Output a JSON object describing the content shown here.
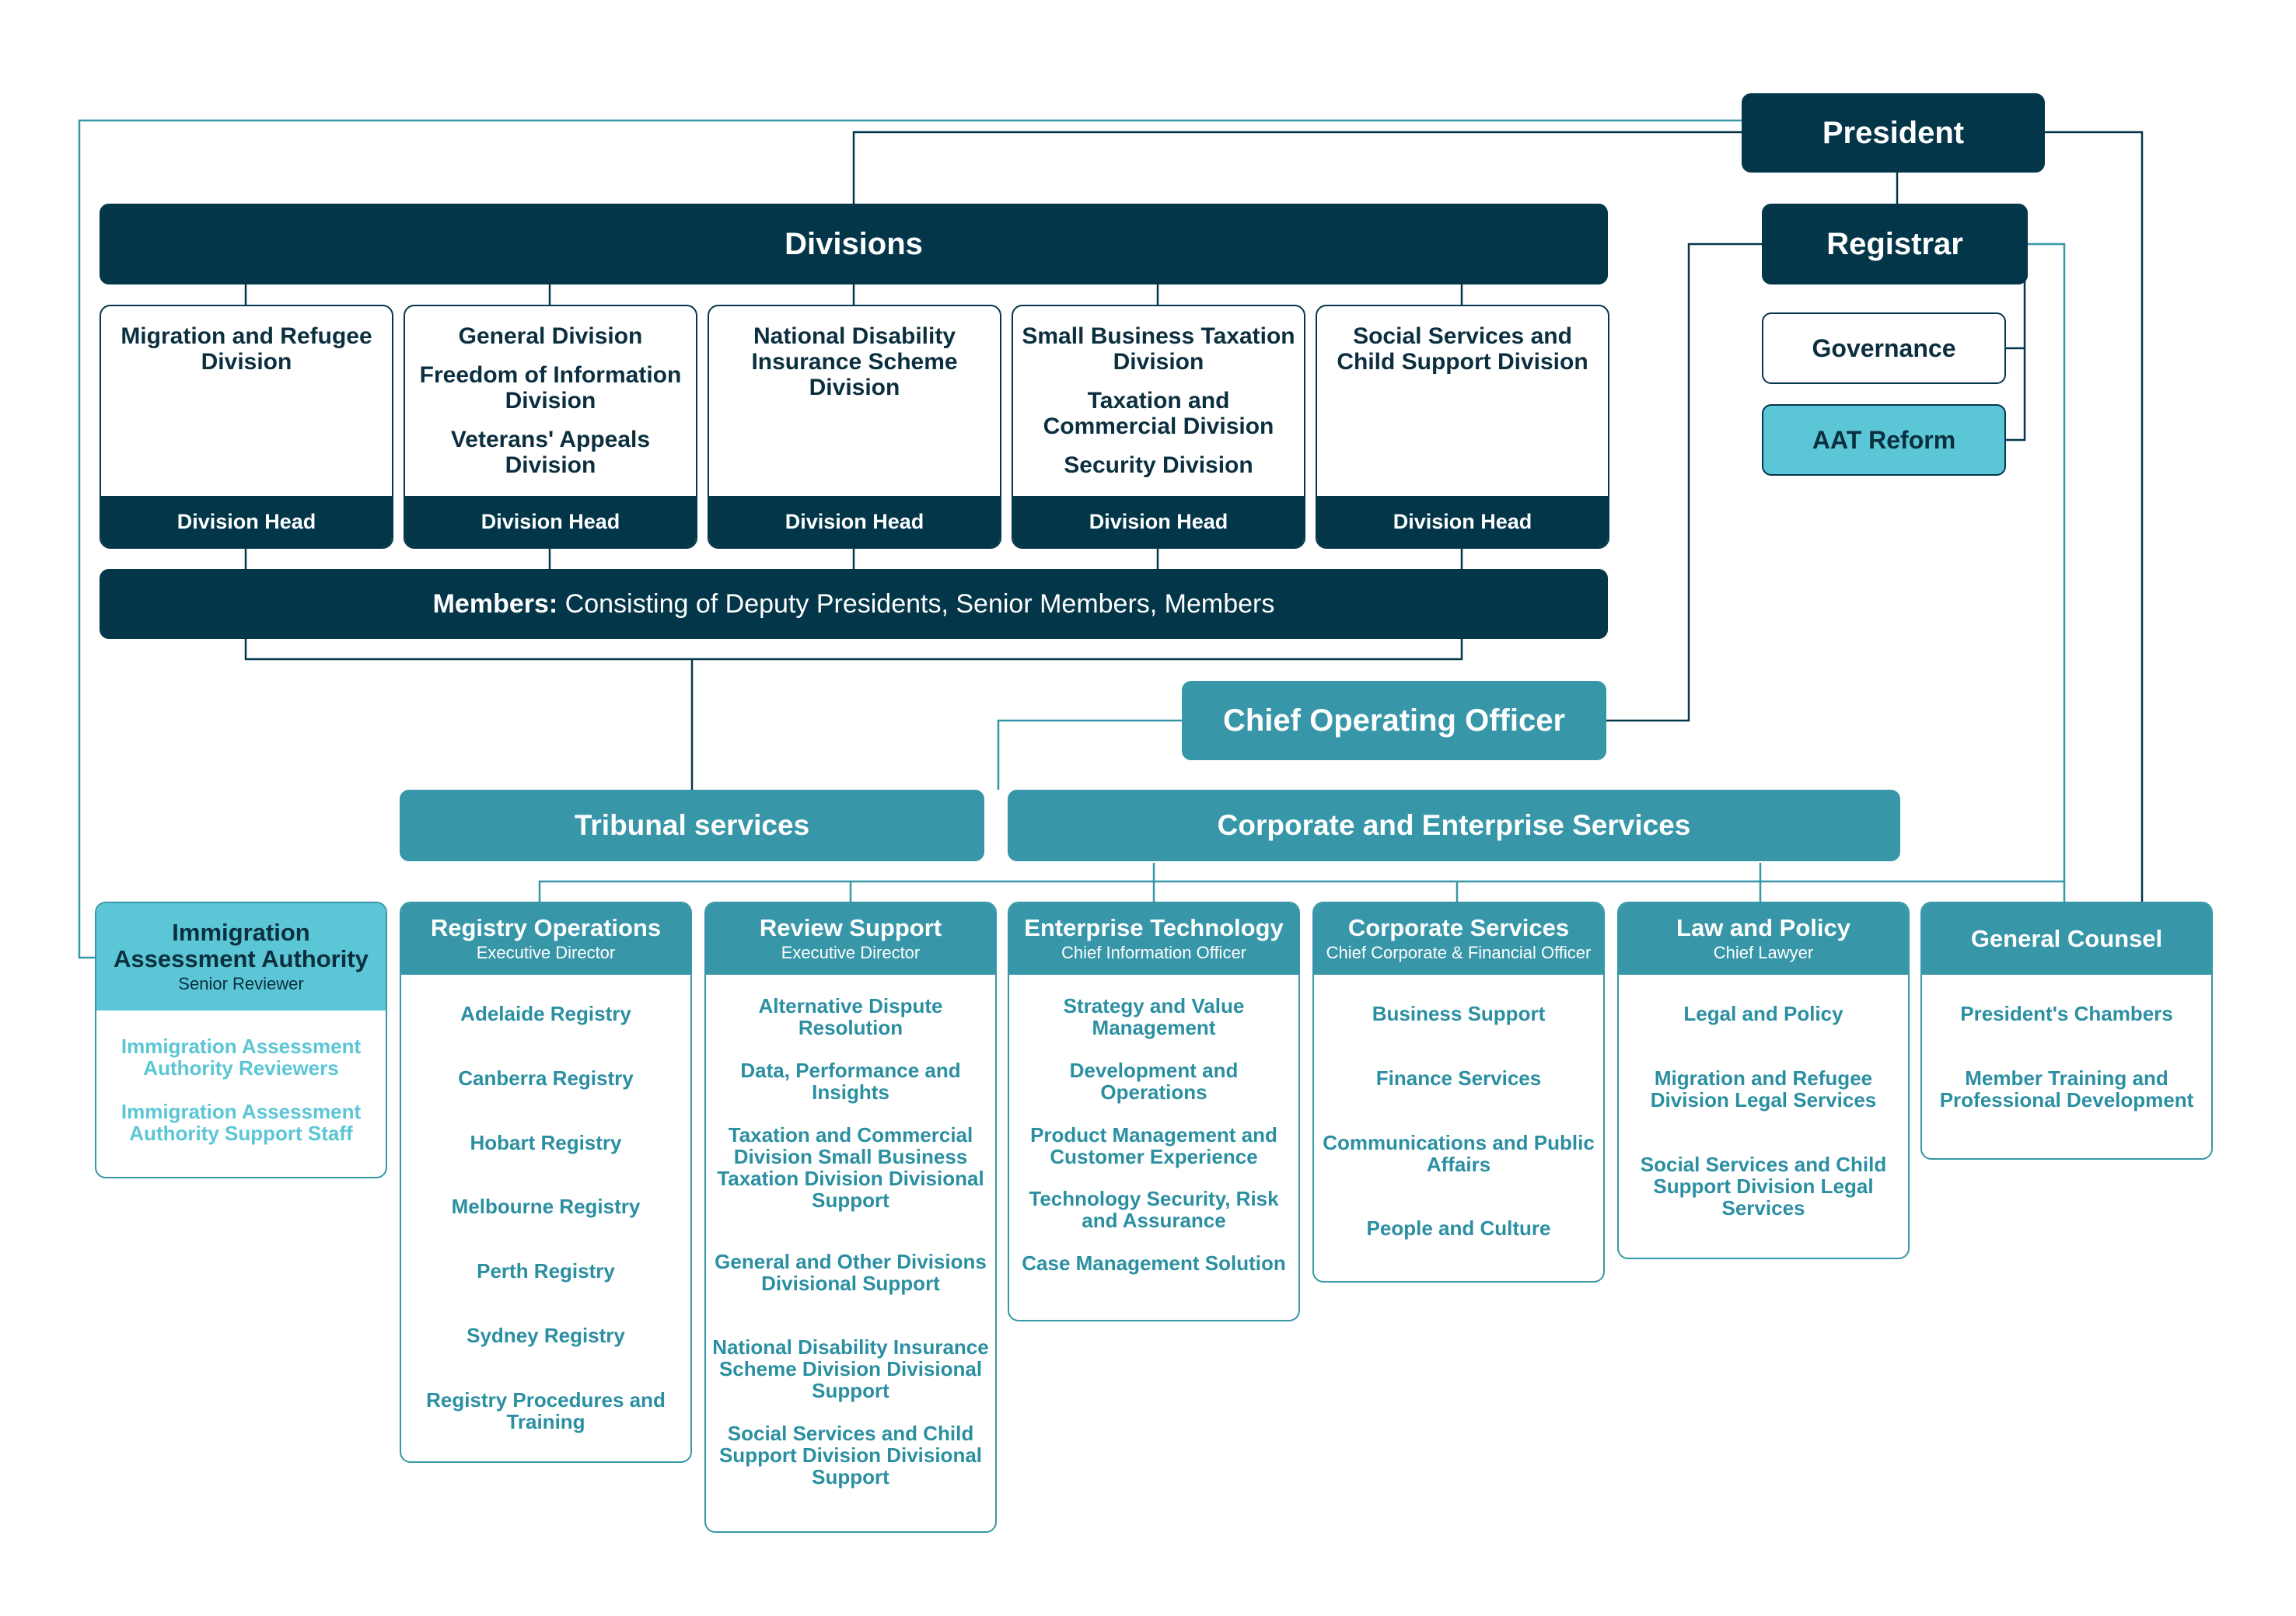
{
  "colors": {
    "dark": "#04364a",
    "teal": "#3796a8",
    "light_teal": "#5ac6d6",
    "item_text": "#2b8fa2"
  },
  "president": "President",
  "registrar": "Registrar",
  "governance": "Governance",
  "aat_reform": "AAT Reform",
  "divisions": {
    "title": "Divisions",
    "cards": [
      {
        "names": [
          "Migration and Refugee Division"
        ],
        "head": "Division Head"
      },
      {
        "names": [
          "General Division",
          "Freedom of Information Division",
          "Veterans' Appeals Division"
        ],
        "head": "Division Head"
      },
      {
        "names": [
          "National Disability Insurance Scheme Division"
        ],
        "head": "Division Head"
      },
      {
        "names": [
          "Small Business Taxation Division",
          "Taxation and Commercial Division",
          "Security Division"
        ],
        "head": "Division Head"
      },
      {
        "names": [
          "Social Services and Child Support Division"
        ],
        "head": "Division Head"
      }
    ]
  },
  "members": {
    "label": "Members:",
    "text": " Consisting of Deputy Presidents, Senior Members, Members"
  },
  "coo": "Chief Operating Officer",
  "tribunal_services": "Tribunal services",
  "corporate_enterprise": "Corporate and Enterprise Services",
  "iaa": {
    "title": "Immigration Assessment Authority",
    "subtitle": "Senior Reviewer",
    "items": [
      "Immigration Assessment Authority Reviewers",
      "Immigration Assessment Authority Support Staff"
    ]
  },
  "units": [
    {
      "title": "Registry Operations",
      "subtitle": "Executive Director",
      "items": [
        "Adelaide Registry",
        "Canberra Registry",
        "Hobart Registry",
        "Melbourne Registry",
        "Perth Registry",
        "Sydney Registry",
        "Registry Procedures and Training"
      ]
    },
    {
      "title": "Review Support",
      "subtitle": "Executive Director",
      "items": [
        "Alternative Dispute Resolution",
        "Data, Performance and Insights",
        "Taxation and Commercial Division Small Business Taxation Division Divisional Support",
        "General and Other Divisions Divisional Support",
        "National Disability Insurance Scheme Division Divisional Support",
        "Social Services and Child Support Division Divisional Support"
      ]
    },
    {
      "title": "Enterprise Technology",
      "subtitle": "Chief Information Officer",
      "items": [
        "Strategy and Value Management",
        "Development and Operations",
        "Product Management and Customer Experience",
        "Technology Security, Risk and Assurance",
        "Case Management Solution"
      ]
    },
    {
      "title": "Corporate Services",
      "subtitle": "Chief Corporate & Financial Officer",
      "items": [
        "Business Support",
        "Finance Services",
        "Communications and Public Affairs",
        "People and Culture"
      ]
    },
    {
      "title": "Law and Policy",
      "subtitle": "Chief Lawyer",
      "items": [
        "Legal and Policy",
        "Migration and Refugee Division Legal Services",
        "Social Services and Child Support Division Legal Services"
      ]
    },
    {
      "title": "General Counsel",
      "subtitle": "",
      "items": [
        "President's Chambers",
        "Member Training and Professional Development"
      ]
    }
  ]
}
